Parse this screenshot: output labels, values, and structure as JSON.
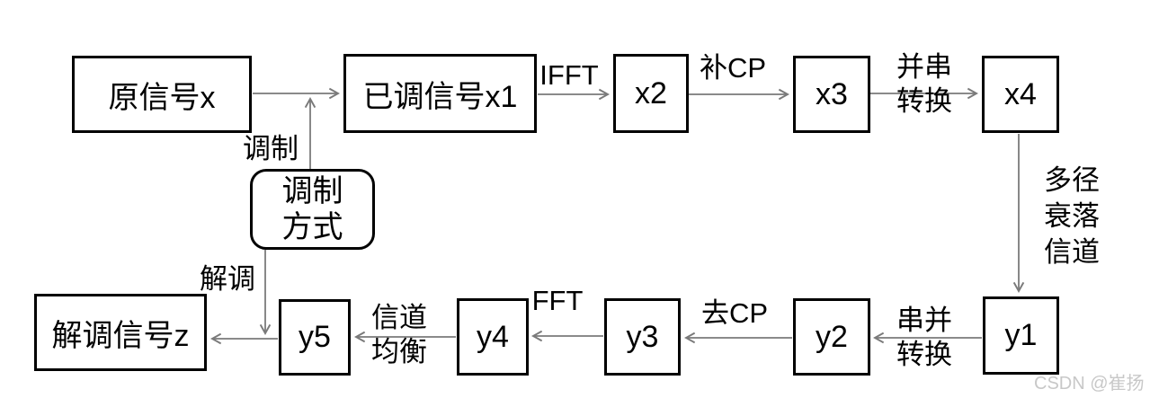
{
  "diagram": {
    "boxes": {
      "source": "原信号x",
      "modulated": "已调信号x1",
      "x2": "x2",
      "x3": "x3",
      "x4": "x4",
      "y1": "y1",
      "y2": "y2",
      "y3": "y3",
      "y4": "y4",
      "y5": "y5",
      "demodulated": "解调信号z",
      "modulation_mode": {
        "lines": [
          "调制",
          "方式"
        ]
      }
    },
    "edge_labels": {
      "modulate": "调制",
      "ifft": "IFFT",
      "add_cp": "补CP",
      "parallel_to_serial": {
        "lines": [
          "并串",
          "转换"
        ]
      },
      "multipath_fading_channel": {
        "lines": [
          "多径",
          "衰落",
          "信道"
        ]
      },
      "serial_to_parallel": {
        "lines": [
          "串并",
          "转换"
        ]
      },
      "remove_cp": "去CP",
      "fft": "FFT",
      "channel_equalization": {
        "lines": [
          "信道",
          "均衡"
        ]
      },
      "demodulate": "解调"
    },
    "colors": {
      "box_border": "#000000",
      "connector": "#7a7a7a",
      "text": "#000000",
      "watermark": "#c8c8c8"
    }
  },
  "watermark": "CSDN @崔扬"
}
